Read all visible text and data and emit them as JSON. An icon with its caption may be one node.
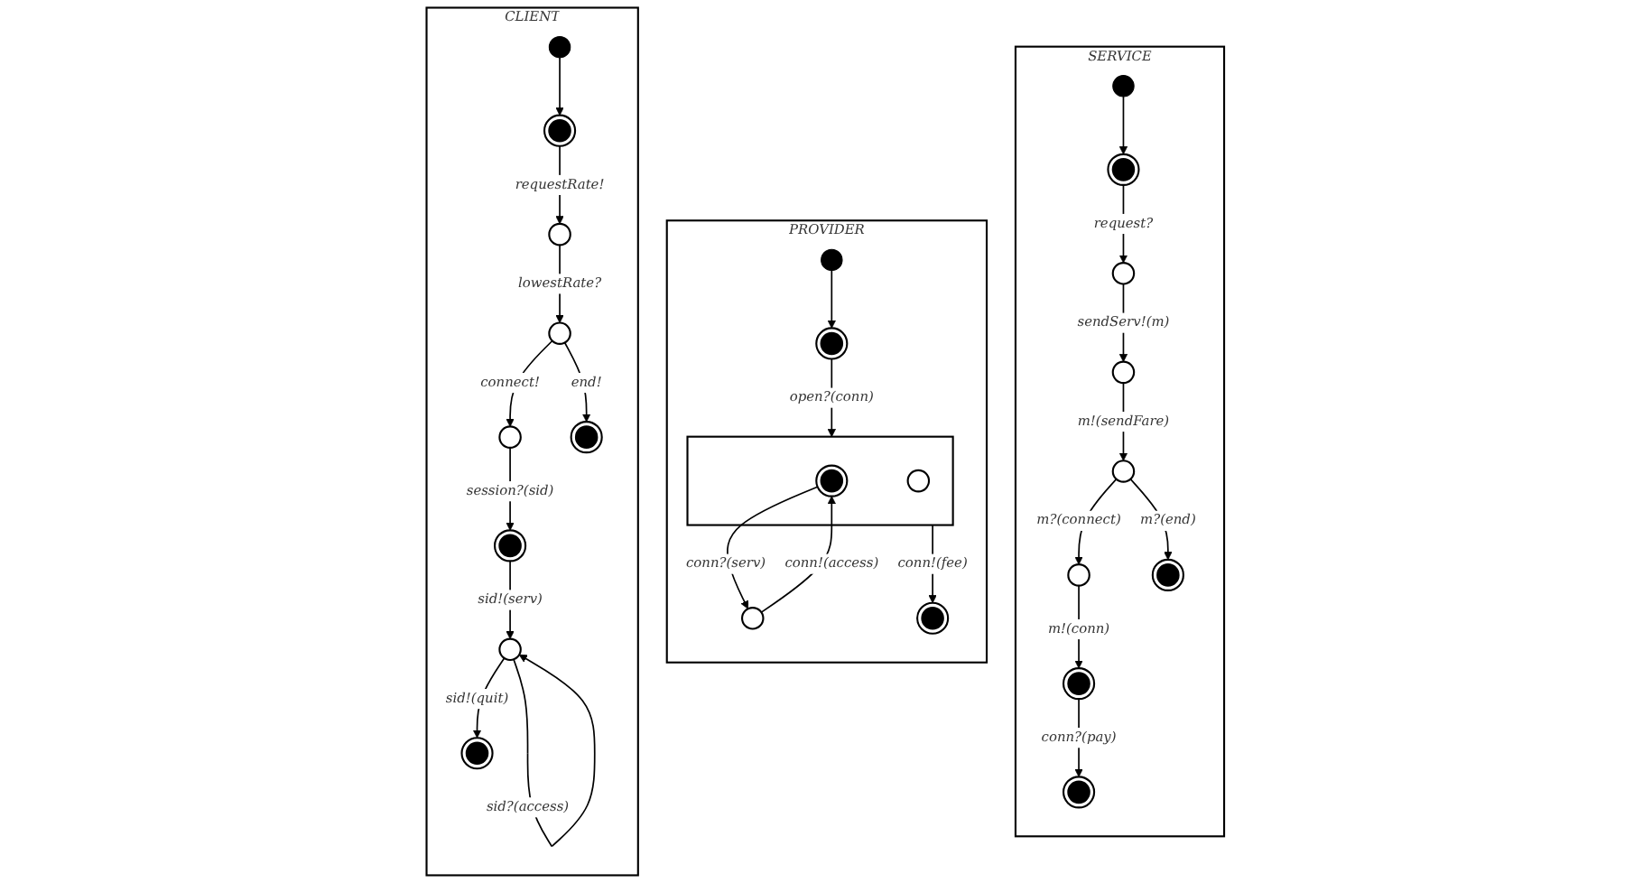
{
  "diagram": {
    "nodes": [
      {
        "text": [
          "CLIENT"
        ]
      },
      {
        "text": [],
        "shape": "dot",
        "in": 0
      },
      {
        "text": [],
        "shape": "bullseye",
        "in": 0
      },
      {
        "text": [],
        "shape": "circle",
        "in": 0
      },
      {
        "text": [],
        "shape": "circle",
        "in": 0
      },
      {
        "text": [],
        "shape": "circle",
        "in": 0
      },
      {
        "text": [],
        "shape": "bullseye",
        "in": 0
      },
      {
        "text": [],
        "shape": "bullseye",
        "in": 0
      },
      {
        "text": [],
        "shape": "circle",
        "in": 0
      },
      {
        "text": [],
        "shape": "bullseye",
        "in": 0
      },
      {
        "text": [
          "PROVIDER"
        ]
      },
      {
        "text": [],
        "shape": "dot",
        "in": 10
      },
      {
        "text": [],
        "shape": "bullseye",
        "in": 10
      },
      {
        "text": [],
        "shape": "circle",
        "in": 10
      },
      {
        "text": [],
        "shape": "box",
        "in": 10
      },
      {
        "text": [],
        "shape": "bullseye",
        "in": 14
      },
      {
        "text": [],
        "shape": "circle",
        "in": 14
      },
      {
        "text": [],
        "shape": "bullseye",
        "in": 10
      },
      {
        "text": [
          "SERVICE"
        ]
      },
      {
        "text": [],
        "shape": "dot",
        "in": 18
      },
      {
        "text": [],
        "shape": "bullseye",
        "in": 18
      },
      {
        "text": [],
        "shape": "circle",
        "in": 18
      },
      {
        "text": [],
        "shape": "circle",
        "in": 18
      },
      {
        "text": [],
        "shape": "circle",
        "in": 18
      },
      {
        "text": [],
        "shape": "circle",
        "in": 18
      },
      {
        "text": [],
        "shape": "bullseye",
        "in": 18
      },
      {
        "text": [],
        "shape": "bullseye",
        "in": 18
      },
      {
        "text": [],
        "shape": "bullseye",
        "in": 18
      }
    ],
    "edges": [
      {
        "from": 1,
        "to": 2,
        "arrow": "to"
      },
      {
        "from": 2,
        "to": 3,
        "arrow": "to",
        "label": "requestRate!"
      },
      {
        "from": 3,
        "to": 4,
        "arrow": "to",
        "label": "lowestRate?"
      },
      {
        "from": 4,
        "to": 5,
        "arrow": "to",
        "label": "connect!"
      },
      {
        "from": 4,
        "to": 6,
        "arrow": "to",
        "label": "end!"
      },
      {
        "from": 5,
        "to": 7,
        "arrow": "to",
        "label": "session?(sid)"
      },
      {
        "from": 7,
        "to": 8,
        "arrow": "to",
        "label": "sid!(serv)"
      },
      {
        "from": 8,
        "to": 9,
        "arrow": "to",
        "label": "sid!(quit)"
      },
      {
        "from": 8,
        "to": 8,
        "arrow": "to",
        "label": "sid?(access)"
      },
      {
        "from": 11,
        "to": 12,
        "arrow": "to"
      },
      {
        "from": 12,
        "to": 14,
        "arrow": "to",
        "label": "open?(conn)"
      },
      {
        "from": 13,
        "to": 15,
        "arrow": "to",
        "label": "conn!(access)"
      },
      {
        "from": 15,
        "to": 13,
        "arrow": "to",
        "label": "conn?(serv)"
      },
      {
        "from": 14,
        "to": 17,
        "arrow": "to",
        "label": "conn!(fee)"
      },
      {
        "from": 19,
        "to": 20,
        "arrow": "to"
      },
      {
        "from": 20,
        "to": 21,
        "arrow": "to",
        "label": "request?"
      },
      {
        "from": 21,
        "to": 22,
        "arrow": "to",
        "label": "sendServ!(m)"
      },
      {
        "from": 22,
        "to": 23,
        "arrow": "to",
        "label": "m!(sendFare)"
      },
      {
        "from": 23,
        "to": 24,
        "arrow": "to",
        "label": "m?(connect)"
      },
      {
        "from": 23,
        "to": 25,
        "arrow": "to",
        "label": "m?(end)"
      },
      {
        "from": 24,
        "to": 26,
        "arrow": "to",
        "label": "m!(conn)"
      },
      {
        "from": 26,
        "to": 27,
        "arrow": "to",
        "label": "conn?(pay)"
      }
    ]
  }
}
